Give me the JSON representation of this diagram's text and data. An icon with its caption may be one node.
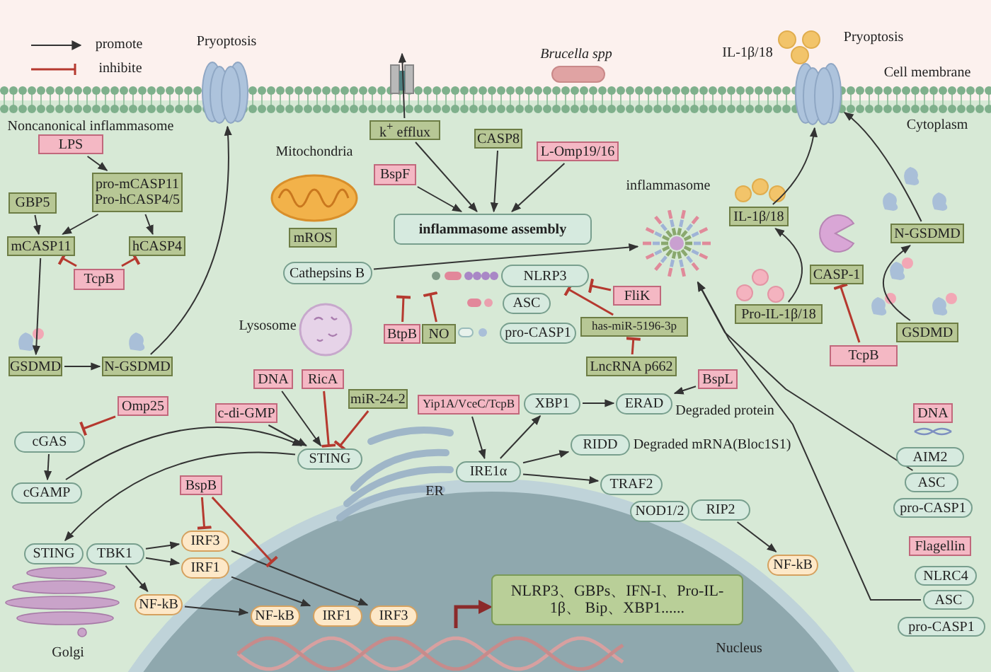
{
  "diagram": {
    "nodes": [
      {
        "text": [
          "LPS"
        ]
      },
      {
        "text": [
          "pro-mCASP11 Pro-hCASP4/5"
        ]
      },
      {
        "text": [
          "GBP5"
        ]
      },
      {
        "text": [
          "mCASP11"
        ]
      },
      {
        "text": [
          "hCASP4"
        ]
      },
      {
        "text": [
          "TcpB"
        ]
      },
      {
        "text": [
          "GSDMD"
        ]
      },
      {
        "text": [
          "N-GSDMD"
        ]
      },
      {
        "text": [],
        "shape": "picture"
      },
      {
        "text": [
          "mROS"
        ]
      },
      {
        "text": [
          "Cathepsins B"
        ]
      },
      {
        "text": [
          "k$^{+}$ efflux"
        ]
      },
      {
        "text": [
          "CASP8"
        ]
      },
      {
        "text": [
          "L-Omp19/16"
        ]
      },
      {
        "text": [
          "BspF"
        ]
      },
      {
        "text": [
          "inflammasome assembly"
        ]
      },
      {
        "text": [
          "NLRP3"
        ]
      },
      {
        "text": [
          "ASC"
        ]
      },
      {
        "text": [
          "pro-CASP1"
        ]
      },
      {
        "text": [
          "FliK"
        ]
      },
      {
        "text": [
          "has-miR-5196-3p"
        ]
      },
      {
        "text": [
          "LncRNA p662"
        ]
      },
      {
        "text": [
          "BtpB"
        ]
      },
      {
        "text": [
          "NO"
        ]
      },
      {
        "text": [],
        "shape": "picture"
      },
      {
        "text": [
          "IL-1β/18"
        ]
      },
      {
        "text": [
          "CASP-1"
        ]
      },
      {
        "text": [
          "N-GSDMD"
        ]
      },
      {
        "text": [
          "Pro-IL-1β/18"
        ]
      },
      {
        "text": [
          "GSDMD"
        ]
      },
      {
        "text": [
          "TcpB"
        ]
      },
      {
        "text": [],
        "shape": "picture"
      },
      {
        "text": [
          "DNA"
        ]
      },
      {
        "text": [
          "RicA"
        ]
      },
      {
        "text": [
          "c-di-GMP"
        ]
      },
      {
        "text": [
          "miR-24-2"
        ]
      },
      {
        "text": [
          "Omp25"
        ]
      },
      {
        "text": [
          "cGAS"
        ]
      },
      {
        "text": [
          "cGAMP"
        ]
      },
      {
        "text": [
          "STING"
        ]
      },
      {
        "text": [
          "Yip1A/VceC/TcpB"
        ]
      },
      {
        "text": [
          "XBP1"
        ]
      },
      {
        "text": [
          "ERAD"
        ]
      },
      {
        "text": [
          "BspL"
        ]
      },
      {
        "text": [
          "IRE1α"
        ]
      },
      {
        "text": [
          "RIDD"
        ]
      },
      {
        "text": [
          "TRAF2"
        ]
      },
      {
        "text": [
          "NOD1/2"
        ]
      },
      {
        "text": [
          "RIP2"
        ]
      },
      {
        "text": [
          "NF-kB"
        ]
      },
      {
        "text": [
          "BspB"
        ]
      },
      {
        "text": [
          "STING"
        ]
      },
      {
        "text": [
          "TBK1"
        ]
      },
      {
        "text": [
          "IRF3"
        ]
      },
      {
        "text": [
          "IRF1"
        ]
      },
      {
        "text": [
          "NF-kB"
        ]
      },
      {
        "text": [
          "NF-kB"
        ]
      },
      {
        "text": [
          "IRF1"
        ]
      },
      {
        "text": [
          "IRF3"
        ]
      },
      {
        "text": [
          "NLRP3、GBPs、IFN-I、Pro-IL-1β、 Bip、XBP1......"
        ]
      },
      {
        "text": [
          "DNA"
        ]
      },
      {
        "text": [
          "AIM2"
        ]
      },
      {
        "text": [
          "ASC"
        ]
      },
      {
        "text": [
          "pro-CASP1"
        ]
      },
      {
        "text": [
          "Flagellin"
        ]
      },
      {
        "text": [
          "NLRC4"
        ]
      },
      {
        "text": [
          "ASC"
        ]
      },
      {
        "text": [
          "pro-CASP1"
        ]
      }
    ],
    "edges": [
      {
        "from": 0,
        "to": 1,
        "arrow": "to"
      },
      {
        "from": 1,
        "to": 3,
        "arrow": "to"
      },
      {
        "from": 1,
        "to": 4,
        "arrow": "to"
      },
      {
        "from": 2,
        "to": 3,
        "arrow": "to"
      },
      {
        "from": 5,
        "to": 3,
        "arrow": "other",
        "color": "#b5392f"
      },
      {
        "from": 5,
        "to": 4,
        "arrow": "other",
        "color": "#b5392f"
      },
      {
        "from": 3,
        "to": 6,
        "arrow": "to"
      },
      {
        "from": 6,
        "to": 7,
        "arrow": "to"
      },
      {
        "from": 7,
        "to": 8,
        "arrow": "to"
      },
      {
        "from": 11,
        "to": null,
        "arrow": "to"
      },
      {
        "from": 11,
        "to": 15,
        "arrow": "to"
      },
      {
        "from": 12,
        "to": 15,
        "arrow": "to"
      },
      {
        "from": 13,
        "to": 15,
        "arrow": "to"
      },
      {
        "from": 14,
        "to": 15,
        "arrow": "to"
      },
      {
        "from": 10,
        "to": 24,
        "arrow": "to"
      },
      {
        "from": 22,
        "to": null,
        "arrow": "other",
        "color": "#b5392f"
      },
      {
        "from": 23,
        "to": null,
        "arrow": "other",
        "color": "#b5392f"
      },
      {
        "from": 19,
        "to": 16,
        "arrow": "other",
        "color": "#b5392f"
      },
      {
        "from": 20,
        "to": 16,
        "arrow": "other",
        "color": "#b5392f"
      },
      {
        "from": 21,
        "to": 20,
        "arrow": "other",
        "color": "#b5392f"
      },
      {
        "from": 62,
        "to": 24,
        "arrow": "to"
      },
      {
        "from": 66,
        "to": 24,
        "arrow": "to"
      },
      {
        "from": 28,
        "to": 25,
        "arrow": "to"
      },
      {
        "from": 25,
        "to": 31,
        "arrow": "to"
      },
      {
        "from": 29,
        "to": 27,
        "arrow": "to"
      },
      {
        "from": 27,
        "to": 31,
        "arrow": "to"
      },
      {
        "from": 30,
        "to": 26,
        "arrow": "other",
        "color": "#b5392f"
      },
      {
        "from": 32,
        "to": 39,
        "arrow": "to"
      },
      {
        "from": 34,
        "to": 39,
        "arrow": "to"
      },
      {
        "from": 33,
        "to": 39,
        "arrow": "other",
        "color": "#b5392f"
      },
      {
        "from": 35,
        "to": 39,
        "arrow": "other",
        "color": "#b5392f"
      },
      {
        "from": 36,
        "to": 37,
        "arrow": "other",
        "color": "#b5392f"
      },
      {
        "from": 37,
        "to": 38,
        "arrow": "to"
      },
      {
        "from": 38,
        "to": 39,
        "arrow": "to"
      },
      {
        "from": 39,
        "to": 51,
        "arrow": "to"
      },
      {
        "from": 40,
        "to": 44,
        "arrow": "to"
      },
      {
        "from": 44,
        "to": 41,
        "arrow": "to"
      },
      {
        "from": 44,
        "to": 45,
        "arrow": "to"
      },
      {
        "from": 44,
        "to": 46,
        "arrow": "to"
      },
      {
        "from": 41,
        "to": 42,
        "arrow": "to"
      },
      {
        "from": 43,
        "to": 42,
        "arrow": "to"
      },
      {
        "from": 48,
        "to": 49,
        "arrow": "to"
      },
      {
        "from": 52,
        "to": 53,
        "arrow": "to"
      },
      {
        "from": 52,
        "to": 54,
        "arrow": "to"
      },
      {
        "from": 52,
        "to": 55,
        "arrow": "to"
      },
      {
        "from": 55,
        "to": 56,
        "arrow": "to"
      },
      {
        "from": 54,
        "to": 57,
        "arrow": "to"
      },
      {
        "from": 53,
        "to": 58,
        "arrow": "to"
      },
      {
        "from": 50,
        "to": 53,
        "arrow": "other",
        "color": "#b5392f"
      },
      {
        "from": 50,
        "to": null,
        "arrow": "other",
        "color": "#b5392f"
      }
    ],
    "labels": [
      "Pryoptosis",
      "Brucella spp",
      "IL-1β/18",
      "Pryoptosis",
      "Cell membrane",
      "Cytoplasm",
      "Noncanonical inflammasome",
      "Mitochondria",
      "inflammasome",
      "Lysosome",
      "Degraded protein",
      "Degraded mRNA(Bloc1S1)",
      "ER",
      "Golgi",
      "Nucleus"
    ],
    "legend": [
      {
        "text": "promote"
      },
      {
        "text": "inhibite"
      }
    ]
  }
}
